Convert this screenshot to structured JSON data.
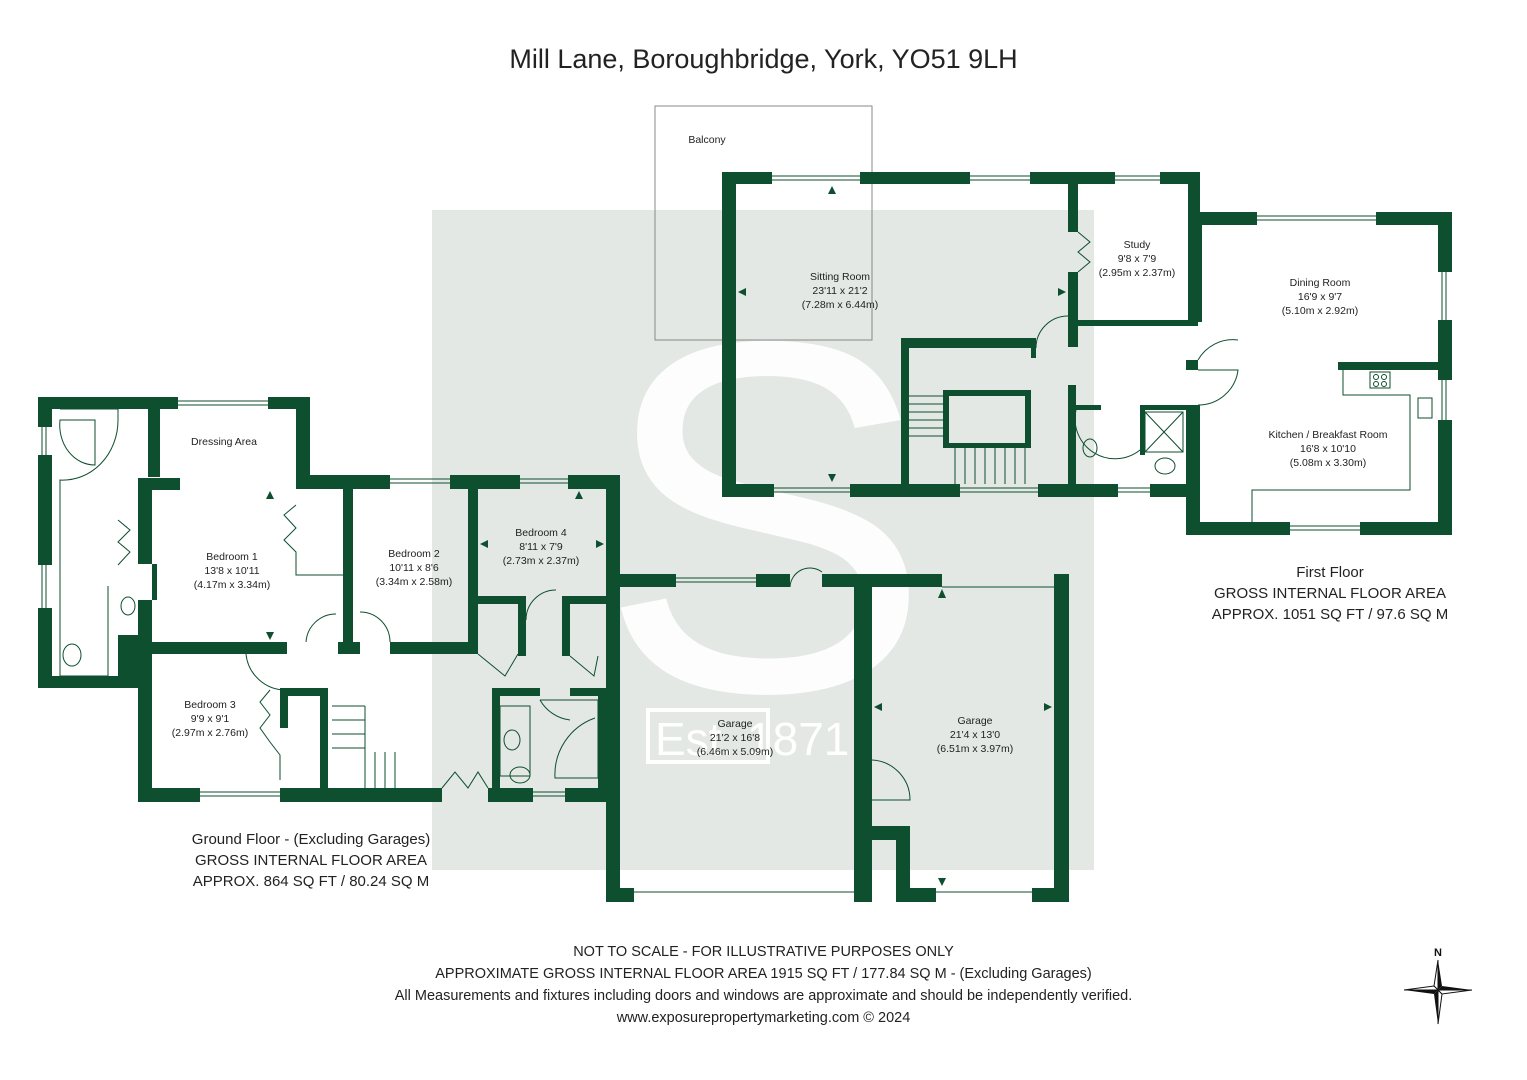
{
  "title": "Mill Lane, Boroughbridge, York, YO51 9LH",
  "colors": {
    "wall": "#0d4f2e",
    "watermark": "#e3e8e4",
    "text": "#222222"
  },
  "watermark": {
    "text": "Est. 1871",
    "letter_icon": "s-monogram-icon"
  },
  "rooms": {
    "balcony": {
      "name": "Balcony"
    },
    "sitting_room": {
      "name": "Sitting Room",
      "imperial": "23'11 x 21'2",
      "metric": "(7.28m x 6.44m)"
    },
    "study": {
      "name": "Study",
      "imperial": "9'8 x 7'9",
      "metric": "(2.95m x 2.37m)"
    },
    "dining_room": {
      "name": "Dining Room",
      "imperial": "16'9 x 9'7",
      "metric": "(5.10m x 2.92m)"
    },
    "kitchen": {
      "name": "Kitchen / Breakfast Room",
      "imperial": "16'8 x 10'10",
      "metric": "(5.08m x 3.30m)"
    },
    "dressing_area": {
      "name": "Dressing Area"
    },
    "bedroom1": {
      "name": "Bedroom 1",
      "imperial": "13'8 x 10'11",
      "metric": "(4.17m x 3.34m)"
    },
    "bedroom2": {
      "name": "Bedroom 2",
      "imperial": "10'11 x 8'6",
      "metric": "(3.34m x 2.58m)"
    },
    "bedroom3": {
      "name": "Bedroom 3",
      "imperial": "9'9 x 9'1",
      "metric": "(2.97m x 2.76m)"
    },
    "bedroom4": {
      "name": "Bedroom 4",
      "imperial": "8'11 x 7'9",
      "metric": "(2.73m x 2.37m)"
    },
    "garage1": {
      "name": "Garage",
      "imperial": "21'2 x 16'8",
      "metric": "(6.46m x 5.09m)"
    },
    "garage2": {
      "name": "Garage",
      "imperial": "21'4 x 13'0",
      "metric": "(6.51m x 3.97m)"
    }
  },
  "first_floor": {
    "heading": "First Floor",
    "line1": "GROSS INTERNAL FLOOR AREA",
    "line2": "APPROX. 1051 SQ FT / 97.6 SQ M"
  },
  "ground_floor": {
    "heading": "Ground Floor - (Excluding Garages)",
    "line1": "GROSS INTERNAL FLOOR AREA",
    "line2": "APPROX. 864 SQ FT / 80.24 SQ M"
  },
  "footer": {
    "line1": "NOT TO SCALE - FOR ILLUSTRATIVE PURPOSES ONLY",
    "line2": "APPROXIMATE GROSS INTERNAL FLOOR AREA 1915 SQ FT / 177.84 SQ M - (Excluding Garages)",
    "line3": "All Measurements and fixtures including doors and windows are approximate and should be independently verified.",
    "line4": "www.exposurepropertymarketing.com © 2024"
  },
  "compass": {
    "label": "N",
    "icon": "compass-rose-icon"
  }
}
